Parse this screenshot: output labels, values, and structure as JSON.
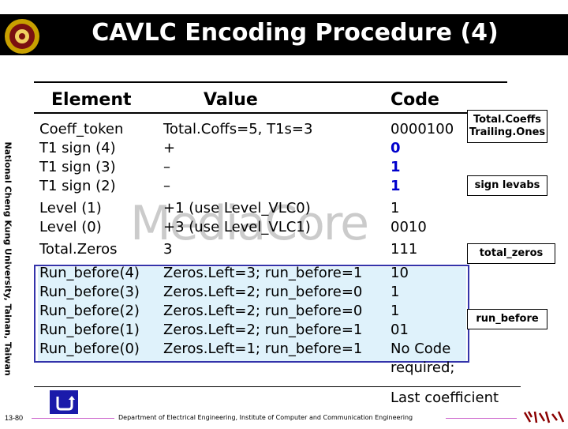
{
  "slide": {
    "title": "CAVLC Encoding Procedure (4)",
    "vertical_text": "National Cheng Kung University, Tainan, Taiwan",
    "watermark": "MediaCore",
    "page_number": "13-80",
    "footer": "Department of Electrical Engineering, Institute of Computer and Communication Engineering",
    "last_coefficient": "Last coefficient"
  },
  "headers": {
    "element": "Element",
    "value": "Value",
    "code": "Code"
  },
  "rows": [
    {
      "element": "Coeff_token",
      "value": "Total.Coffs=5, T1s=3",
      "code": "0000100"
    },
    {
      "element": "T1 sign (4)",
      "value": "+",
      "code": "0"
    },
    {
      "element": "T1 sign (3)",
      "value": "–",
      "code": "1"
    },
    {
      "element": "T1 sign (2)",
      "value": "–",
      "code": "1"
    },
    {
      "element": "Level (1)",
      "value": "+1 (use Level_VLC0)",
      "code": "1"
    },
    {
      "element": "Level (0)",
      "value": "+3 (use Level_VLC1)",
      "code": "0010"
    },
    {
      "element": "Total.Zeros",
      "value": "3",
      "code": "111"
    },
    {
      "element": "Run_before(4)",
      "value": "Zeros.Left=3; run_before=1",
      "code": "10"
    },
    {
      "element": "Run_before(3)",
      "value": "Zeros.Left=2; run_before=0",
      "code": "1"
    },
    {
      "element": "Run_before(2)",
      "value": "Zeros.Left=2; run_before=0",
      "code": "1"
    },
    {
      "element": "Run_before(1)",
      "value": "Zeros.Left=2; run_before=1",
      "code": "01"
    },
    {
      "element": "Run_before(0)",
      "value": "Zeros.Left=1; run_before=1",
      "code": "No Code"
    }
  ],
  "extra_code": "required;",
  "tags": {
    "coeffs_line1": "Total.Coeffs",
    "coeffs_line2": "Trailing.Ones",
    "sign": "sign levabs",
    "zeros": "total_zeros",
    "run": "run_before"
  },
  "colors": {
    "title_bg": "#000000",
    "highlight": "#dff2fb",
    "box_border": "#3333aa"
  }
}
